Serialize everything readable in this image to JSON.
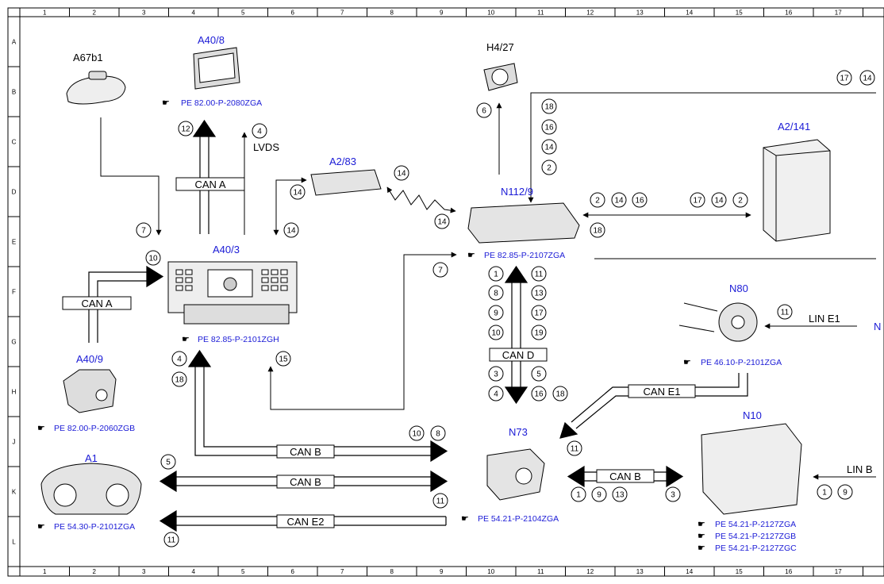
{
  "grid": {
    "columns": [
      "1",
      "2",
      "3",
      "4",
      "5",
      "6",
      "7",
      "8",
      "9",
      "10",
      "11",
      "12",
      "13",
      "14",
      "15",
      "16",
      "17"
    ],
    "rows": [
      "A",
      "B",
      "C",
      "D",
      "E",
      "F",
      "G",
      "H",
      "J",
      "K",
      "L"
    ]
  },
  "components": {
    "a67b1": "A67b1",
    "a40_8": "A40/8",
    "a40_3": "A40/3",
    "a40_9": "A40/9",
    "a1": "A1",
    "a2_83": "A2/83",
    "h4_27": "H4/27",
    "n112_9": "N112/9",
    "a2_141": "A2/141",
    "n80": "N80",
    "n73": "N73",
    "n10": "N10",
    "n_cut": "N"
  },
  "refs": {
    "a40_8": "PE 82.00-P-2080ZGA",
    "a40_3": "PE 82.85-P-2101ZGH",
    "a40_9": "PE 82.00-P-2060ZGB",
    "a1": "PE 54.30-P-2101ZGA",
    "n112_9": "PE 82.85-P-2107ZGA",
    "n80": "PE 46.10-P-2101ZGA",
    "n73": "PE 54.21-P-2104ZGA",
    "n10_a": "PE 54.21-P-2127ZGA",
    "n10_b": "PE 54.21-P-2127ZGB",
    "n10_c": "PE 54.21-P-2127ZGC"
  },
  "buses": {
    "can_a_top": "CAN A",
    "can_a_left": "CAN A",
    "can_d": "CAN D",
    "can_e1": "CAN E1",
    "can_b_1": "CAN B",
    "can_b_2": "CAN B",
    "can_b_n73": "CAN B",
    "can_e2": "CAN E2",
    "lin_e1": "LIN E1",
    "lin_b": "LIN B",
    "lvds": "LVDS"
  },
  "callouts": {
    "c_12": "12",
    "c_4_top": "4",
    "c_7_a67": "7",
    "c_10_a403": "10",
    "c_14_d": "14",
    "c_14_e": "14",
    "c_14_wave": "14",
    "c_14_wave2": "14",
    "c_6": "6",
    "c_18_c": "18",
    "c_16_c": "16",
    "c_14_c": "14",
    "c_2_c": "2",
    "c_17_tr": "17",
    "c_14_tr": "14",
    "c_2_l": "2",
    "c_14_l": "14",
    "c_16_l": "16",
    "c_17_r": "17",
    "c_14_r": "14",
    "c_2_r": "2",
    "c_18_n112": "18",
    "c_7_n112": "7",
    "c_1_d": "1",
    "c_8_d": "8",
    "c_9_d": "9",
    "c_10_d": "10",
    "c_11_d": "11",
    "c_13_d": "13",
    "c_17_d": "17",
    "c_19_d": "19",
    "c_3_d": "3",
    "c_4_d": "4",
    "c_5_d": "5",
    "c_16_d": "16",
    "c_18_d": "18",
    "c_4_a403": "4",
    "c_18_a403": "18",
    "c_15": "15",
    "c_10_j": "10",
    "c_8_j": "8",
    "c_5_k": "5",
    "c_11_k": "11",
    "c_11_l": "11",
    "c_11_n80": "11",
    "c_11_n73": "11",
    "c_1_n73": "1",
    "c_9_n73": "9",
    "c_13_n73": "13",
    "c_3_n73": "3",
    "c_1_n10": "1",
    "c_9_n10": "9"
  }
}
